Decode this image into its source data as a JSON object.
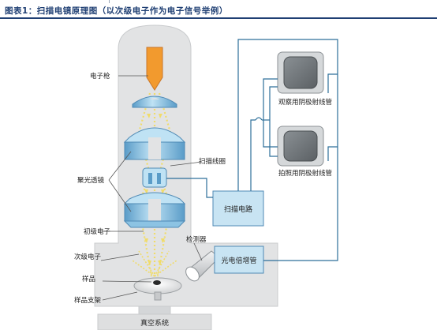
{
  "header": {
    "title": "图表1：扫描电镜原理图（以次级电子作为电子信号举例）"
  },
  "labels": {
    "electron_gun": "电子枪",
    "condenser_lens": "聚光透镜",
    "scan_coil": "扫描线圈",
    "primary_electron": "初级电子",
    "secondary_electron": "次级电子",
    "sample": "样品",
    "sample_stage": "样品支架",
    "detector": "检测器",
    "vacuum_system": "真空系统",
    "scan_circuit": "扫描电路",
    "photomultiplier": "光电倍增管",
    "crt_observe": "观察用阴极射线管",
    "crt_photo": "拍照用阴极射线管"
  },
  "colors": {
    "column": "#e2e3e4",
    "column_edge": "#c9cbcd",
    "lens": "#a9d6ee",
    "lens_dark": "#5a9cc8",
    "wire": "#2d6f9a",
    "box": "#c8e4f3",
    "box_edge": "#4f8ab5",
    "beam": "#f4e27a",
    "filament": "#f29a2e",
    "title": "#1f3f73"
  }
}
